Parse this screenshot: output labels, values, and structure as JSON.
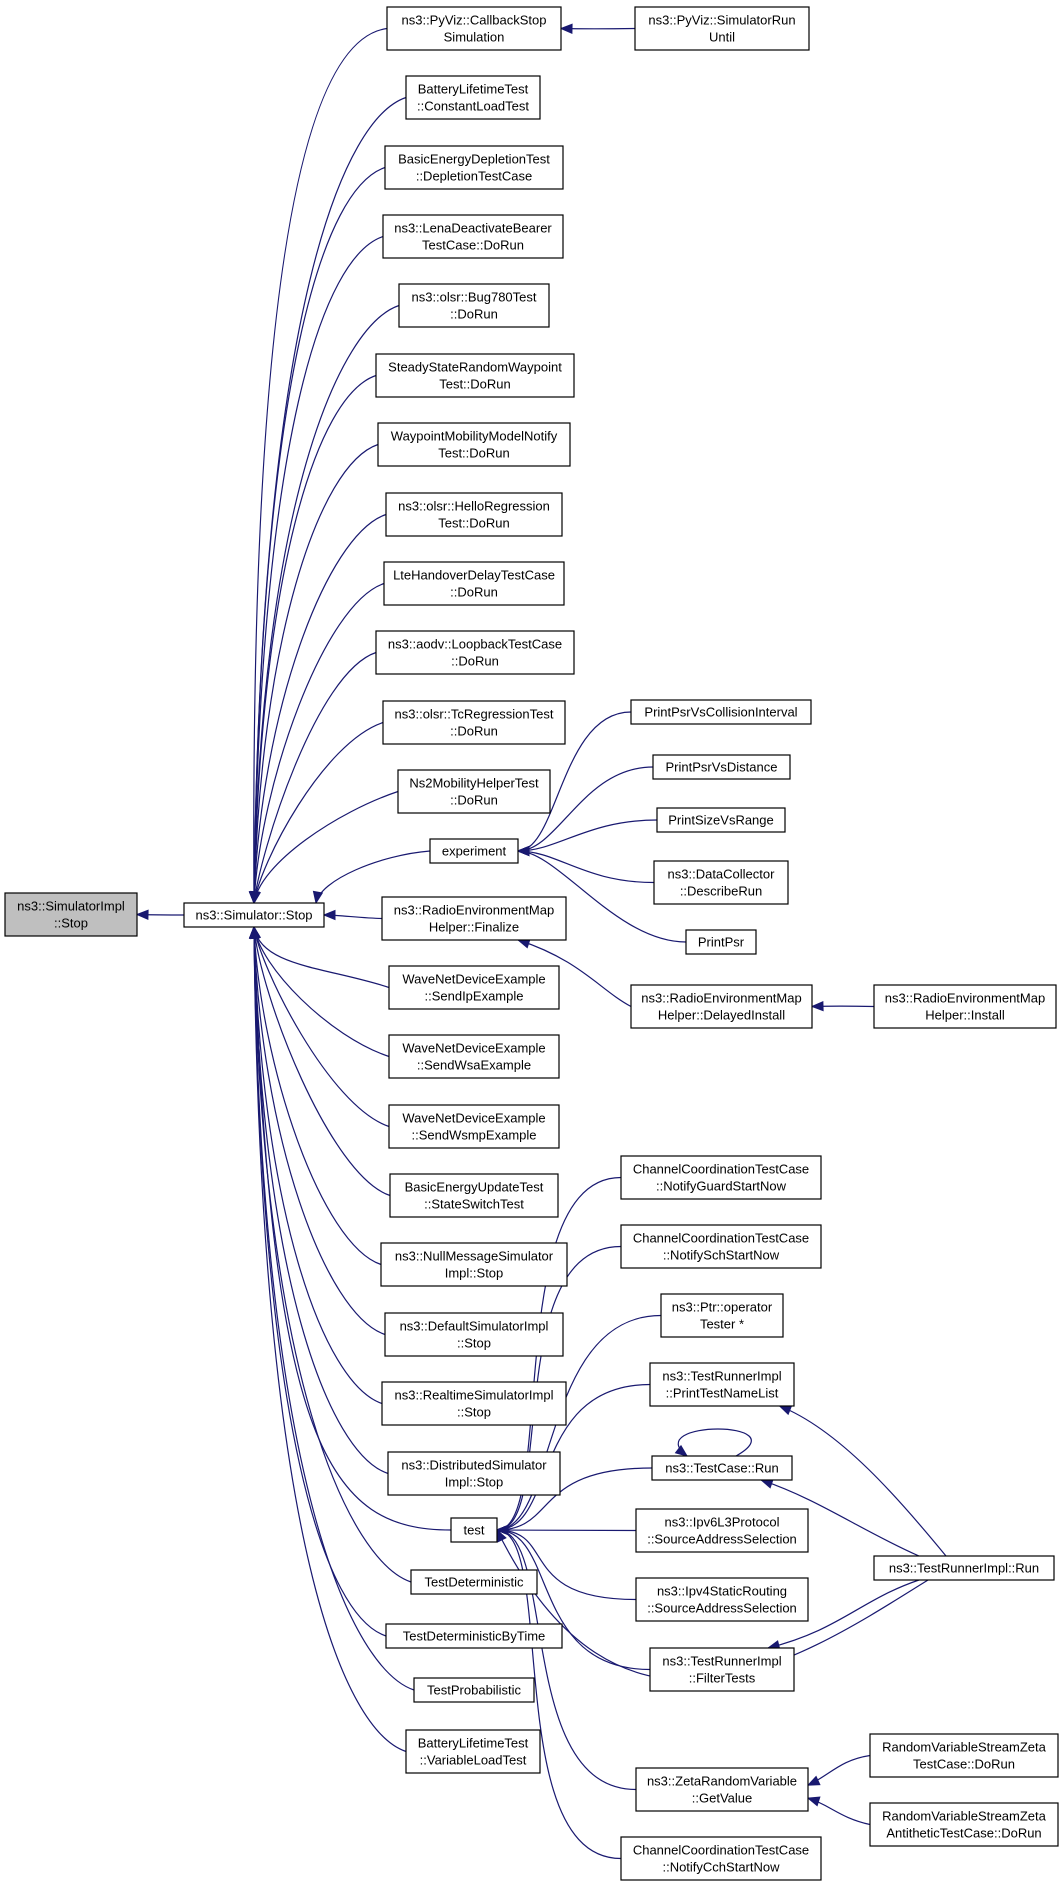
{
  "graph": {
    "style": {
      "edge_color": "#191970",
      "node_border_color": "#000000",
      "highlight_border_color": "#ff0000",
      "root_fill": "#bfbfbf",
      "node_fill": "#ffffff"
    },
    "nodes": [
      {
        "id": "root",
        "lines": [
          "ns3::SimulatorImpl",
          "::Stop"
        ],
        "fill": "#bfbfbf",
        "stroke": "#000000"
      },
      {
        "id": "simstop",
        "lines": [
          "ns3::Simulator::Stop"
        ],
        "fill": "#ffffff",
        "stroke": "#000000"
      },
      {
        "id": "cbstop",
        "lines": [
          "ns3::PyViz::CallbackStop",
          "Simulation"
        ],
        "fill": "#ffffff",
        "stroke": "#000000"
      },
      {
        "id": "simrununtil",
        "lines": [
          "ns3::PyViz::SimulatorRun",
          "Until"
        ],
        "fill": "#ffffff",
        "stroke": "#000000"
      },
      {
        "id": "battconst",
        "lines": [
          "BatteryLifetimeTest",
          "::ConstantLoadTest"
        ],
        "fill": "#ffffff",
        "stroke": "#000000"
      },
      {
        "id": "basicdepl",
        "lines": [
          "BasicEnergyDepletionTest",
          "::DepletionTestCase"
        ],
        "fill": "#ffffff",
        "stroke": "#000000"
      },
      {
        "id": "lenadeact",
        "lines": [
          "ns3::LenaDeactivateBearer",
          "TestCase::DoRun"
        ],
        "fill": "#ffffff",
        "stroke": "#000000"
      },
      {
        "id": "bug780",
        "lines": [
          "ns3::olsr::Bug780Test",
          "::DoRun"
        ],
        "fill": "#ffffff",
        "stroke": "#000000"
      },
      {
        "id": "steady",
        "lines": [
          "SteadyStateRandomWaypoint",
          "Test::DoRun"
        ],
        "fill": "#ffffff",
        "stroke": "#000000"
      },
      {
        "id": "waypoint",
        "lines": [
          "WaypointMobilityModelNotify",
          "Test::DoRun"
        ],
        "fill": "#ffffff",
        "stroke": "#000000"
      },
      {
        "id": "hello",
        "lines": [
          "ns3::olsr::HelloRegression",
          "Test::DoRun"
        ],
        "fill": "#ffffff",
        "stroke": "#000000"
      },
      {
        "id": "ltehandover",
        "lines": [
          "LteHandoverDelayTestCase",
          "::DoRun"
        ],
        "fill": "#ffffff",
        "stroke": "#000000"
      },
      {
        "id": "aodvloop",
        "lines": [
          "ns3::aodv::LoopbackTestCase",
          "::DoRun"
        ],
        "fill": "#ffffff",
        "stroke": "#000000"
      },
      {
        "id": "tcreg",
        "lines": [
          "ns3::olsr::TcRegressionTest",
          "::DoRun"
        ],
        "fill": "#ffffff",
        "stroke": "#000000"
      },
      {
        "id": "ns2mob",
        "lines": [
          "Ns2MobilityHelperTest",
          "::DoRun"
        ],
        "fill": "#ffffff",
        "stroke": "#000000"
      },
      {
        "id": "experiment",
        "lines": [
          "experiment"
        ],
        "fill": "#ffffff",
        "stroke": "#000000"
      },
      {
        "id": "ppcollision",
        "lines": [
          "PrintPsrVsCollisionInterval"
        ],
        "fill": "#ffffff",
        "stroke": "#000000"
      },
      {
        "id": "ppdistance",
        "lines": [
          "PrintPsrVsDistance"
        ],
        "fill": "#ffffff",
        "stroke": "#000000"
      },
      {
        "id": "psrange",
        "lines": [
          "PrintSizeVsRange"
        ],
        "fill": "#ffffff",
        "stroke": "#000000"
      },
      {
        "id": "datacoll",
        "lines": [
          "ns3::DataCollector",
          "::DescribeRun"
        ],
        "fill": "#ffffff",
        "stroke": "#000000"
      },
      {
        "id": "printpsr",
        "lines": [
          "PrintPsr"
        ],
        "fill": "#ffffff",
        "stroke": "#000000"
      },
      {
        "id": "remfinalize",
        "lines": [
          "ns3::RadioEnvironmentMap",
          "Helper::Finalize"
        ],
        "fill": "#ffffff",
        "stroke": "#000000"
      },
      {
        "id": "remdelayed",
        "lines": [
          "ns3::RadioEnvironmentMap",
          "Helper::DelayedInstall"
        ],
        "fill": "#ffffff",
        "stroke": "#000000"
      },
      {
        "id": "reminstall",
        "lines": [
          "ns3::RadioEnvironmentMap",
          "Helper::Install"
        ],
        "fill": "#ffffff",
        "stroke": "#000000"
      },
      {
        "id": "wavesendip",
        "lines": [
          "WaveNetDeviceExample",
          "::SendIpExample"
        ],
        "fill": "#ffffff",
        "stroke": "#000000"
      },
      {
        "id": "wavesendwsa",
        "lines": [
          "WaveNetDeviceExample",
          "::SendWsaExample"
        ],
        "fill": "#ffffff",
        "stroke": "#000000"
      },
      {
        "id": "wavesendwsmp",
        "lines": [
          "WaveNetDeviceExample",
          "::SendWsmpExample"
        ],
        "fill": "#ffffff",
        "stroke": "#000000"
      },
      {
        "id": "basicupdate",
        "lines": [
          "BasicEnergyUpdateTest",
          "::StateSwitchTest"
        ],
        "fill": "#ffffff",
        "stroke": "#000000"
      },
      {
        "id": "nullmsg",
        "lines": [
          "ns3::NullMessageSimulator",
          "Impl::Stop"
        ],
        "fill": "#ffffff",
        "stroke": "#000000"
      },
      {
        "id": "defaultsim",
        "lines": [
          "ns3::DefaultSimulatorImpl",
          "::Stop"
        ],
        "fill": "#ffffff",
        "stroke": "#000000"
      },
      {
        "id": "realtimesim",
        "lines": [
          "ns3::RealtimeSimulatorImpl",
          "::Stop"
        ],
        "fill": "#ffffff",
        "stroke": "#000000"
      },
      {
        "id": "distribsim",
        "lines": [
          "ns3::DistributedSimulator",
          "Impl::Stop"
        ],
        "fill": "#ffffff",
        "stroke": "#000000"
      },
      {
        "id": "test",
        "lines": [
          "test"
        ],
        "fill": "#ffffff",
        "stroke": "#000000"
      },
      {
        "id": "testdet",
        "lines": [
          "TestDeterministic"
        ],
        "fill": "#ffffff",
        "stroke": "#000000"
      },
      {
        "id": "testdettime",
        "lines": [
          "TestDeterministicByTime"
        ],
        "fill": "#ffffff",
        "stroke": "#000000"
      },
      {
        "id": "testprob",
        "lines": [
          "TestProbabilistic"
        ],
        "fill": "#ffffff",
        "stroke": "#000000"
      },
      {
        "id": "battvar",
        "lines": [
          "BatteryLifetimeTest",
          "::VariableLoadTest"
        ],
        "fill": "#ffffff",
        "stroke": "#000000"
      },
      {
        "id": "ccguard",
        "lines": [
          "ChannelCoordinationTestCase",
          "::NotifyGuardStartNow"
        ],
        "fill": "#ffffff",
        "stroke": "#000000"
      },
      {
        "id": "ccsch",
        "lines": [
          "ChannelCoordinationTestCase",
          "::NotifySchStartNow"
        ],
        "fill": "#ffffff",
        "stroke": "#000000"
      },
      {
        "id": "ptrop",
        "lines": [
          "ns3::Ptr::operator",
          "Tester *"
        ],
        "fill": "#ffffff",
        "stroke": "#000000"
      },
      {
        "id": "trprintlist",
        "lines": [
          "ns3::TestRunnerImpl",
          "::PrintTestNameList"
        ],
        "fill": "#ffffff",
        "stroke": "#000000"
      },
      {
        "id": "testcaserun",
        "lines": [
          "ns3::TestCase::Run"
        ],
        "fill": "#ffffff",
        "stroke": "#000000"
      },
      {
        "id": "ipv6src",
        "lines": [
          "ns3::Ipv6L3Protocol",
          "::SourceAddressSelection"
        ],
        "fill": "#ffffff",
        "stroke": "#000000"
      },
      {
        "id": "ipv4src",
        "lines": [
          "ns3::Ipv4StaticRouting",
          "::SourceAddressSelection"
        ],
        "fill": "#ffffff",
        "stroke": "#ff0000"
      },
      {
        "id": "trfilter",
        "lines": [
          "ns3::TestRunnerImpl",
          "::FilterTests"
        ],
        "fill": "#ffffff",
        "stroke": "#000000"
      },
      {
        "id": "trrun",
        "lines": [
          "ns3::TestRunnerImpl::Run"
        ],
        "fill": "#ffffff",
        "stroke": "#ff0000"
      },
      {
        "id": "zetaget",
        "lines": [
          "ns3::ZetaRandomVariable",
          "::GetValue"
        ],
        "fill": "#ffffff",
        "stroke": "#000000"
      },
      {
        "id": "rvzeta",
        "lines": [
          "RandomVariableStreamZeta",
          "TestCase::DoRun"
        ],
        "fill": "#ffffff",
        "stroke": "#000000"
      },
      {
        "id": "rvzetaanti",
        "lines": [
          "RandomVariableStreamZeta",
          "AntitheticTestCase::DoRun"
        ],
        "fill": "#ffffff",
        "stroke": "#000000"
      },
      {
        "id": "cccch",
        "lines": [
          "ChannelCoordinationTestCase",
          "::NotifyCchStartNow"
        ],
        "fill": "#ffffff",
        "stroke": "#000000"
      }
    ]
  }
}
